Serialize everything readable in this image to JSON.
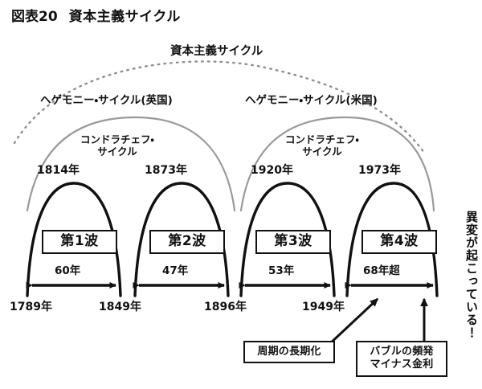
{
  "figure": {
    "number": "図表20",
    "title": "資本主義サイクル"
  },
  "top_arc_label": "資本主義サイクル",
  "hegemony_cycles": [
    {
      "label": "ヘゲモニー・サイクル(英国)"
    },
    {
      "label": "ヘゲモニー・サイクル(米国)"
    }
  ],
  "kondratieff_cycles": [
    {
      "line1": "コンドラチェフ・",
      "line2": "サイクル"
    },
    {
      "line1": "コンドラチェフ・",
      "line2": "サイクル"
    }
  ],
  "peak_years": [
    "1814年",
    "1873年",
    "1920年",
    "1973年"
  ],
  "trough_years": [
    "1789年",
    "1849年",
    "1896年",
    "1949年"
  ],
  "waves": [
    {
      "name": "第1波",
      "duration": "60年"
    },
    {
      "name": "第2波",
      "duration": "47年"
    },
    {
      "name": "第3波",
      "duration": "53年"
    },
    {
      "name": "第4波",
      "duration": "68年超"
    }
  ],
  "annotations": [
    {
      "text": "周期の長期化"
    },
    {
      "line1": "バブルの頻発",
      "line2": "マイナス金利"
    }
  ],
  "vertical_note": "異変が起こっている！",
  "colors": {
    "ink": "#111111",
    "hegemony_curve": "#9a9a9a",
    "capitalism_curve": "#8e8e8e",
    "background": "#ffffff"
  },
  "chart_data": {
    "type": "line",
    "title": "資本主義サイクル",
    "description": "四つのコンドラチェフ波、二つのヘゲモニー・サイクル、一つの資本主義サイクルの入れ子構造",
    "series": [
      {
        "name": "コンドラチェフ・サイクル",
        "waves": [
          {
            "label": "第1波",
            "start": 1789,
            "peak": 1814,
            "end": 1849,
            "duration_years": 60,
            "duration_label": "60年"
          },
          {
            "label": "第2波",
            "start": 1849,
            "peak": 1873,
            "end": 1896,
            "duration_years": 47,
            "duration_label": "47年"
          },
          {
            "label": "第3波",
            "start": 1896,
            "peak": 1920,
            "end": 1949,
            "duration_years": 53,
            "duration_label": "53年"
          },
          {
            "label": "第4波",
            "start": 1949,
            "peak": 1973,
            "end": null,
            "duration_years": 68,
            "duration_label": "68年超"
          }
        ]
      },
      {
        "name": "ヘゲモニー・サイクル",
        "waves": [
          {
            "label": "ヘゲモニー・サイクル(英国)",
            "start": 1789,
            "end": 1896
          },
          {
            "label": "ヘゲモニー・サイクル(米国)",
            "start": 1896,
            "end": null
          }
        ]
      },
      {
        "name": "資本主義サイクル",
        "waves": [
          {
            "label": "資本主義サイクル",
            "start": 1789,
            "end": null
          }
        ]
      }
    ],
    "xlabel": "",
    "ylabel": "",
    "grid": false,
    "legend": "none"
  }
}
